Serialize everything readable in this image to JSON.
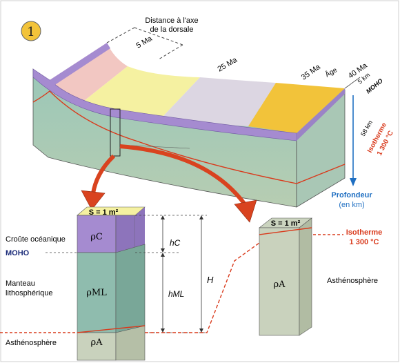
{
  "figure_number": "1",
  "top_block": {
    "distance_label": [
      "Distance à l'axe",
      "de la dorsale"
    ],
    "ages": [
      "5 Ma",
      "25 Ma",
      "35 Ma",
      "40 Ma"
    ],
    "age_axis_label": "Âge",
    "crust_thickness": "5 km",
    "moho_label": "MOHO",
    "depth_58": "58 km",
    "isotherm_label": [
      "Isotherme",
      "1 300 °C"
    ],
    "depth_axis_label": [
      "Profondeur",
      "(en km)"
    ]
  },
  "left_column": {
    "surface": "S = 1 m²",
    "rho_crust": "ρC",
    "rho_mantle": "ρML",
    "rho_asthenosphere": "ρA",
    "crust_label": "Croûte océanique",
    "moho_label": "MOHO",
    "mantle_label": [
      "Manteau",
      "lithosphérique"
    ],
    "asthenosphere_label": "Asthénosphère",
    "h_crust": "hC",
    "h_mantle": "hML",
    "H": "H"
  },
  "right_column": {
    "surface": "S = 1 m²",
    "rho": "ρA",
    "label": "Asthénosphère",
    "isotherm_label": [
      "Isotherme",
      "1 300 °C"
    ]
  },
  "colors": {
    "crust": "#a58bd0",
    "mantle": "#8fbcae",
    "asthenosphere": "#c9d2bd",
    "isotherm": "#d93a1c",
    "arrow": "#d9431f",
    "depth_axis": "#1f6fc2",
    "moho_label": "#1c2c7a"
  }
}
